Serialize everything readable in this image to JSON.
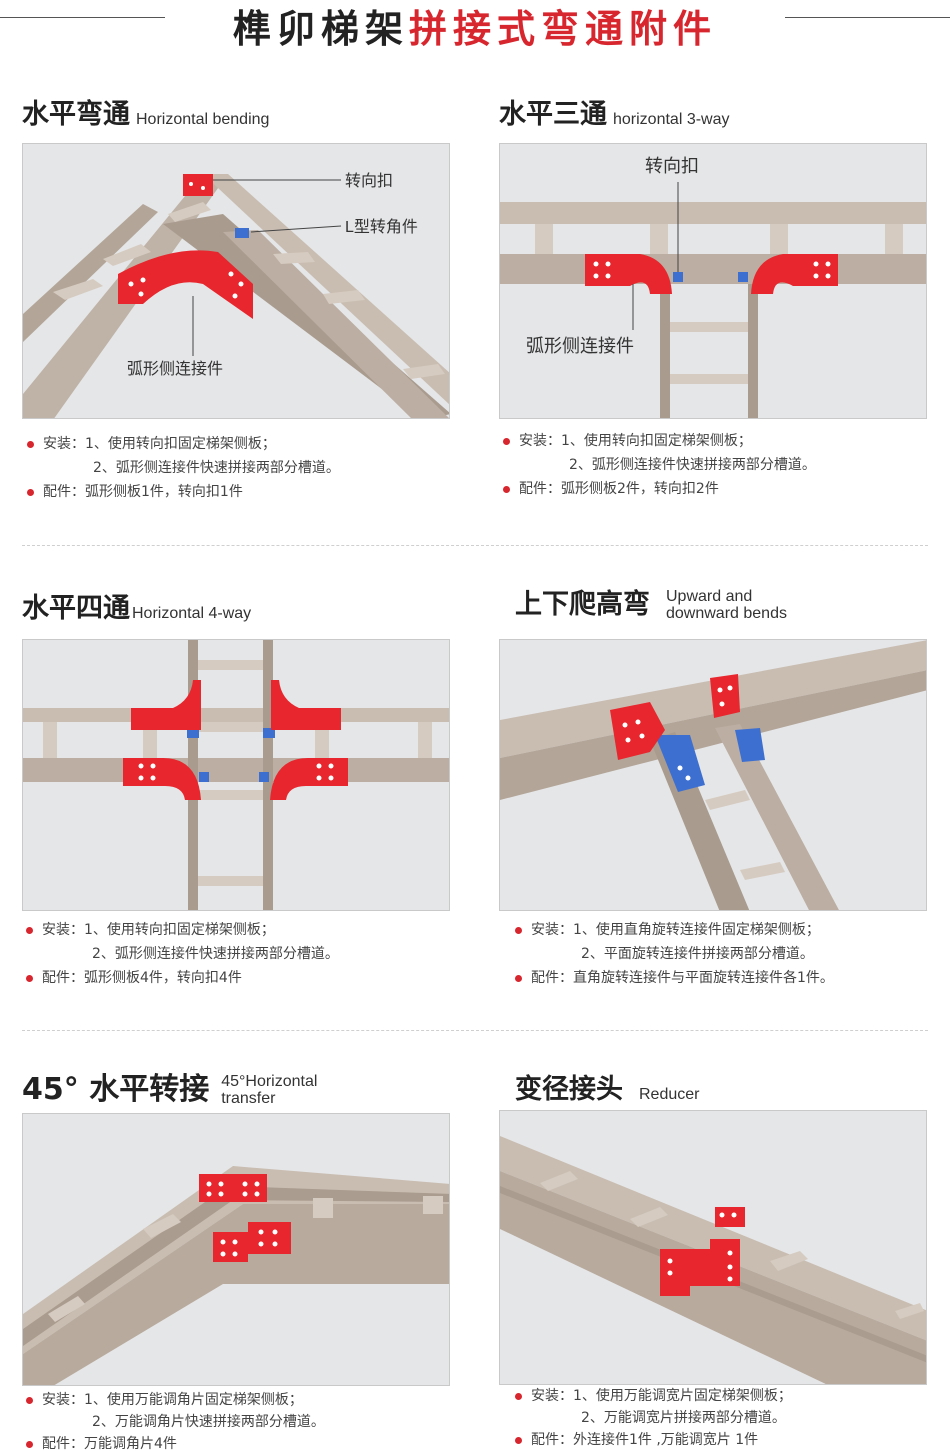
{
  "header": {
    "title_part1": "榫卯梯架",
    "title_part2": "拼接式弯通附件",
    "accent": "#d7262e"
  },
  "sections": {
    "s1": {
      "title_zh": "水平弯通",
      "title_en": "Horizontal bending",
      "labels": {
        "a": "转向扣",
        "b": "L型转角件",
        "c": "弧形侧连接件"
      },
      "install1": "安装：1、使用转向扣固定梯架侧板；",
      "install2": "2、弧形侧连接件快速拼接两部分槽道。",
      "parts": "配件：弧形侧板1件，转向扣1件"
    },
    "s2": {
      "title_zh": "水平三通",
      "title_en": "horizontal 3-way",
      "labels": {
        "a": "转向扣",
        "c": "弧形侧连接件"
      },
      "install1": "安装：1、使用转向扣固定梯架侧板；",
      "install2": "2、弧形侧连接件快速拼接两部分槽道。",
      "parts": "配件：弧形侧板2件，转向扣2件"
    },
    "s3": {
      "title_zh": "水平四通",
      "title_en": "Horizontal 4-way",
      "install1": "安装：1、使用转向扣固定梯架侧板；",
      "install2": "2、弧形侧连接件快速拼接两部分槽道。",
      "parts": "配件：弧形侧板4件，转向扣4件"
    },
    "s4": {
      "title_zh": "上下爬高弯",
      "title_en_line1": "Upward and",
      "title_en_line2": "downward bends",
      "install1": "安装：1、使用直角旋转连接件固定梯架侧板；",
      "install2": "2、平面旋转连接件拼接两部分槽道。",
      "parts": "配件：直角旋转连接件与平面旋转连接件各1件。"
    },
    "s5": {
      "title_zh": "45° 水平转接",
      "title_en_line1": "45°Horizontal",
      "title_en_line2": "transfer",
      "install1": "安装：1、使用万能调角片固定梯架侧板；",
      "install2": "2、万能调角片快速拼接两部分槽道。",
      "parts": "配件：万能调角片4件"
    },
    "s6": {
      "title_zh": "变径接头",
      "title_en": "Reducer",
      "install1": "安装：1、使用万能调宽片固定梯架侧板；",
      "install2": "2、万能调宽片拼接两部分槽道。",
      "parts": "配件：外连接件1件 ,万能调宽片 1件"
    }
  },
  "colors": {
    "steel": "#bfb2a6",
    "steel_dark": "#9d8f82",
    "red_part": "#e8262d",
    "blue_part": "#3d6fd1",
    "bg_panel": "#e5e6e8"
  }
}
